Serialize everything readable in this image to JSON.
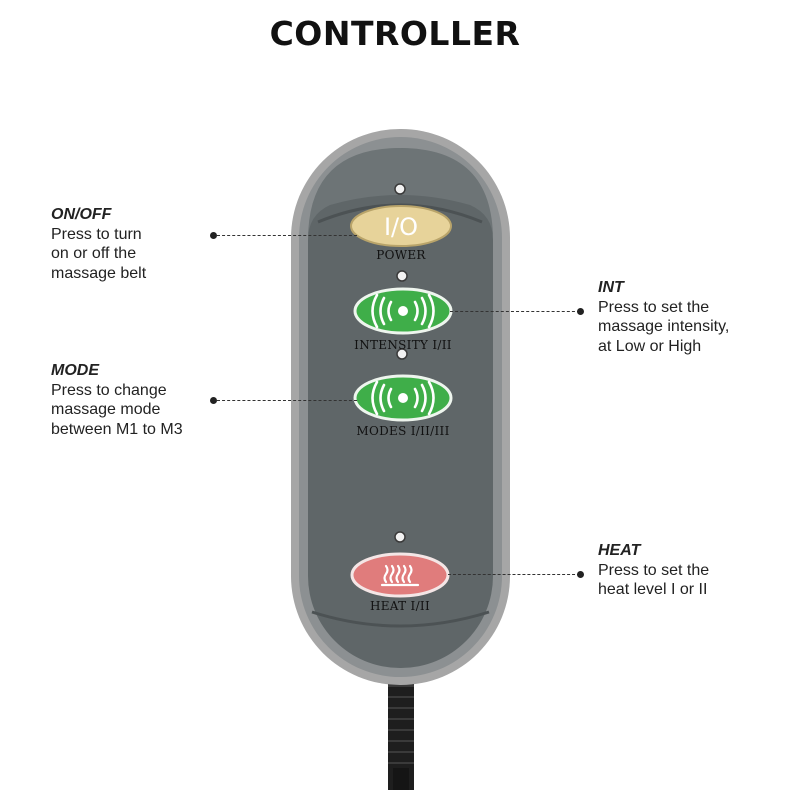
{
  "title": "CONTROLLER",
  "callouts": {
    "onoff": {
      "head": "ON/OFF",
      "desc": "Press to turn\non or off the\nmassage belt"
    },
    "mode": {
      "head": "MODE",
      "desc": "Press to change\nmassage mode\nbetween M1 to M3"
    },
    "int": {
      "head": "INT",
      "desc": "Press to set the\nmassage intensity,\nat Low or High"
    },
    "heat": {
      "head": "HEAT",
      "desc": "Press to set the\nheat level I or II"
    }
  },
  "remote": {
    "power_symbol": "I/O",
    "labels": {
      "power": "POWER",
      "intensity": "INTENSITY I/II",
      "modes": "MODES I/II/III",
      "heat": "HEAT I/II"
    }
  },
  "colors": {
    "shell": "#a8a8a8",
    "panel": "#5f6668",
    "power_button": "#e7d39a",
    "green_button": "#3fae49",
    "heat_button": "#e07c7c"
  }
}
